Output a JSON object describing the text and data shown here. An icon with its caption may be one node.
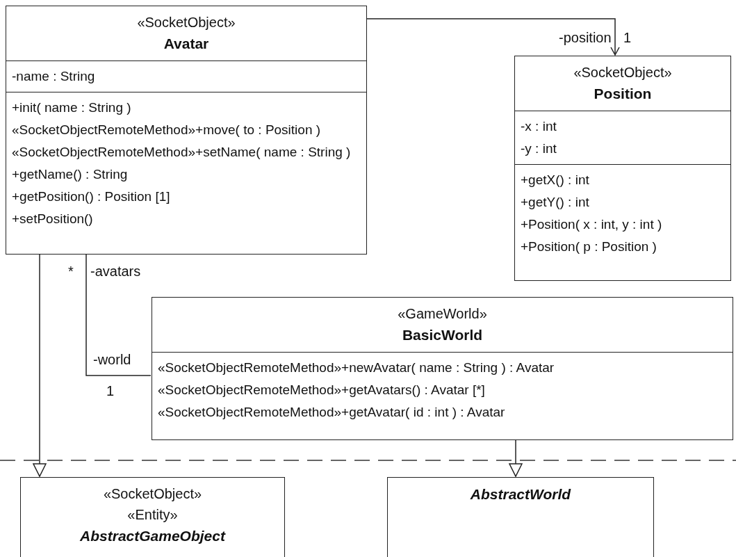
{
  "diagram": {
    "nodes": [
      {
        "text": [
          "«SocketObject»",
          "Avatar",
          "-name : String",
          "+init( name : String )",
          "«SocketObjectRemoteMethod»+move( to : Position )",
          "«SocketObjectRemoteMethod»+setName( name : String )",
          "+getName() : String",
          "+getPosition() : Position [1]",
          "+setPosition()"
        ]
      },
      {
        "text": [
          "«SocketObject»",
          "Position",
          "-x : int",
          "-y : int",
          "+getX() : int",
          "+getY() : int",
          "+Position( x : int, y : int )",
          "+Position( p : Position )"
        ]
      },
      {
        "text": [
          "«GameWorld»",
          "BasicWorld",
          "«SocketObjectRemoteMethod»+newAvatar( name : String ) : Avatar",
          "«SocketObjectRemoteMethod»+getAvatars() : Avatar [*]",
          "«SocketObjectRemoteMethod»+getAvatar( id : int ) : Avatar"
        ]
      },
      {
        "text": [
          "«SocketObject»",
          "«Entity»",
          "AbstractGameObject"
        ]
      },
      {
        "text": [
          "AbstractWorld"
        ]
      }
    ],
    "edges": [
      {
        "from": 0,
        "to": 1,
        "arrow": "to"
      },
      {
        "from": 0,
        "to": 2,
        "arrow": "none"
      },
      {
        "from": 0,
        "to": 3,
        "arrow": "to"
      },
      {
        "from": 2,
        "to": 4,
        "arrow": "to"
      }
    ],
    "labels": [
      "-position",
      "1",
      "*",
      "-avatars",
      "-world",
      "1"
    ]
  }
}
